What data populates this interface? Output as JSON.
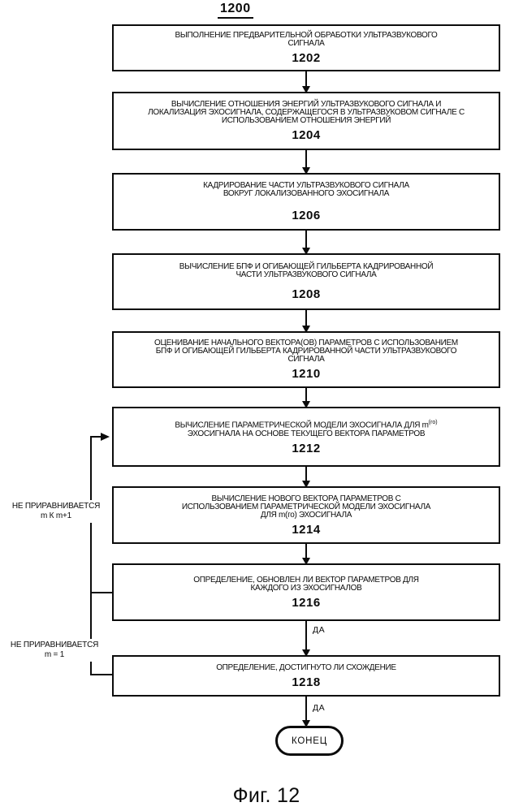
{
  "figure": {
    "ref": "1200",
    "caption": "Фиг. 12"
  },
  "flowchart": {
    "boxes": [
      {
        "id": "1202",
        "lines": [
          "ВЫПОЛНЕНИЕ ПРЕДВАРИТЕЛЬНОЙ ОБРАБОТКИ УЛЬТРАЗВУКОВОГО",
          "СИГНАЛА"
        ]
      },
      {
        "id": "1204",
        "lines": [
          "ВЫЧИСЛЕНИЕ ОТНОШЕНИЯ ЭНЕРГИЙ УЛЬТРАЗВУКОВОГО СИГНАЛА И",
          "ЛОКАЛИЗАЦИЯ ЭХОСИГНАЛА, СОДЕРЖАЩЕГОСЯ В УЛЬТРАЗВУКОВОМ СИГНАЛЕ С",
          "ИСПОЛЬЗОВАНИЕМ ОТНОШЕНИЯ ЭНЕРГИЙ"
        ]
      },
      {
        "id": "1206",
        "lines": [
          "КАДРИРОВАНИЕ ЧАСТИ УЛЬТРАЗВУКОВОГО СИГНАЛА",
          "ВОКРУГ ЛОКАЛИЗОВАННОГО ЭХОСИГНАЛА"
        ]
      },
      {
        "id": "1208",
        "lines": [
          "ВЫЧИСЛЕНИЕ БПФ И ОГИБАЮЩЕЙ ГИЛЬБЕРТА КАДРИРОВАННОЙ",
          "ЧАСТИ УЛЬТРАЗВУКОВОГО СИГНАЛА"
        ]
      },
      {
        "id": "1210",
        "lines": [
          "ОЦЕНИВАНИЕ НАЧАЛЬНОГО ВЕКТОРА(ОВ) ПАРАМЕТРОВ С ИСПОЛЬЗОВАНИЕМ",
          "БПФ И ОГИБАЮЩЕЙ ГИЛЬБЕРТА КАДРИРОВАННОЙ ЧАСТИ УЛЬТРАЗВУКОВОГО",
          "СИГНАЛА"
        ]
      },
      {
        "id": "1212",
        "lines": [
          "ВЫЧИСЛЕНИЕ ПАРАМЕТРИЧЕСКОЙ МОДЕЛИ ЭХОСИГНАЛА ДЛЯ m",
          "ЭХОСИГНАЛА НА ОСНОВЕ ТЕКУЩЕГО ВЕКТОРА ПАРАМЕТРОВ"
        ],
        "sup": "(го)"
      },
      {
        "id": "1214",
        "lines": [
          "ВЫЧИСЛЕНИЕ НОВОГО ВЕКТОРА ПАРАМЕТРОВ С",
          "ИСПОЛЬЗОВАНИЕМ ПАРАМЕТРИЧЕСКОЙ МОДЕЛИ ЭХОСИГНАЛА",
          "ДЛЯ m(го) ЭХОСИГНАЛА"
        ]
      },
      {
        "id": "1216",
        "lines": [
          "ОПРЕДЕЛЕНИЕ, ОБНОВЛЕН ЛИ ВЕКТОР ПАРАМЕТРОВ ДЛЯ",
          "КАЖДОГО ИЗ ЭХОСИГНАЛОВ"
        ]
      },
      {
        "id": "1218",
        "lines": [
          "ОПРЕДЕЛЕНИЕ, ДОСТИГНУТО ЛИ СХОЖДЕНИЕ"
        ]
      }
    ],
    "terminal_label": "КОНЕЦ",
    "yes_label": "ДА",
    "loop_labels": [
      {
        "line1": "НЕ ПРИРАВНИВАЕТСЯ",
        "line2": "m К m+1"
      },
      {
        "line1": "НЕ ПРИРАВНИВАЕТСЯ",
        "line2": "m = 1"
      }
    ]
  }
}
